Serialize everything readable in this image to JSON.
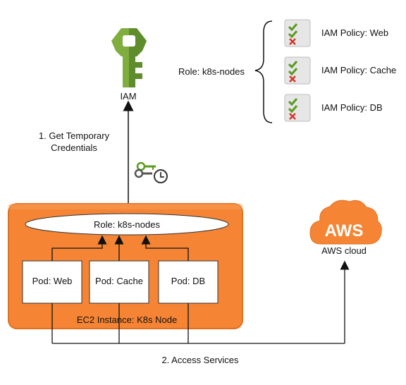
{
  "iam": {
    "label": "IAM"
  },
  "role_panel": {
    "role_label": "Role: k8s-nodes",
    "policies": [
      "IAM Policy: Web",
      "IAM Policy: Cache",
      "IAM Policy: DB"
    ]
  },
  "step1": {
    "line1": "1. Get Temporary",
    "line2": "Credentials"
  },
  "ec2": {
    "role_label": "Role: k8s-nodes",
    "pods": [
      "Pod: Web",
      "Pod: Cache",
      "Pod: DB"
    ],
    "instance_label": "EC2 Instance: K8s Node"
  },
  "aws": {
    "logo_text": "AWS",
    "label": "AWS cloud"
  },
  "step2": {
    "label": "2. Access Services"
  },
  "colors": {
    "orange": "#f58534",
    "orange_dark": "#e07020",
    "iam_green": "#6b9a36",
    "iam_green_light": "#8fc04a",
    "check_green": "#5a9a1e",
    "cross_red": "#d0392a"
  }
}
